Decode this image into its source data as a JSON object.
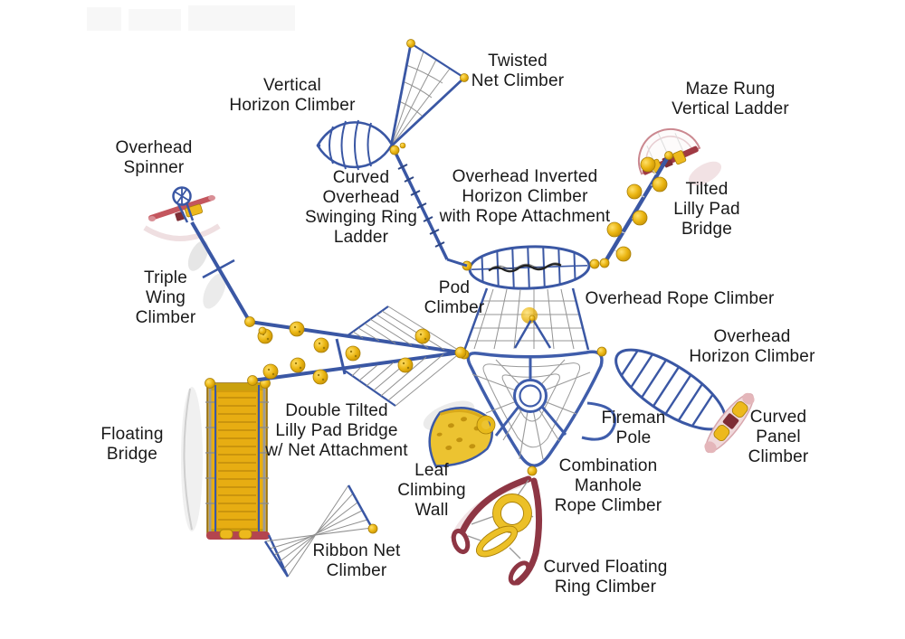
{
  "diagram": {
    "type": "playground-structure-plan-view",
    "background": "#ffffff",
    "colors": {
      "tube_blue": "#3a57a4",
      "net_gray": "#949494",
      "pad_yellow": "#eab80f",
      "deck_yellow": "#e7ad12",
      "maroon": "#8e3644",
      "base_red": "#c4565e",
      "pink": "#e4b6ba",
      "rope_black": "#222222",
      "label_text": "#191919"
    },
    "labels": [
      {
        "id": "twisted-net-climber",
        "text": "Twisted\nNet Climber"
      },
      {
        "id": "vertical-horizon-climber",
        "text": "Vertical\nHorizon Climber"
      },
      {
        "id": "maze-rung-vertical-ladder",
        "text": "Maze Rung\nVertical Ladder"
      },
      {
        "id": "overhead-spinner",
        "text": "Overhead\nSpinner"
      },
      {
        "id": "curved-overhead-swinging-ring-ladder",
        "text": "Curved\nOverhead\nSwinging Ring\nLadder"
      },
      {
        "id": "overhead-inverted-horizon-climber",
        "text": "Overhead Inverted\nHorizon Climber\nwith Rope Attachment"
      },
      {
        "id": "tilted-lilly-pad-bridge",
        "text": "Tilted\nLilly Pad\nBridge"
      },
      {
        "id": "triple-wing-climber",
        "text": "Triple\nWing\nClimber"
      },
      {
        "id": "pod-climber",
        "text": "Pod\nClimber"
      },
      {
        "id": "overhead-rope-climber",
        "text": "Overhead Rope Climber"
      },
      {
        "id": "overhead-horizon-climber",
        "text": "Overhead\nHorizon Climber"
      },
      {
        "id": "double-tilted-lilly-pad-bridge",
        "text": "Double Tilted\nLilly Pad Bridge\nw/ Net Attachment"
      },
      {
        "id": "fireman-pole",
        "text": "Fireman\nPole"
      },
      {
        "id": "curved-panel-climber",
        "text": "Curved\nPanel\nClimber"
      },
      {
        "id": "floating-bridge",
        "text": "Floating\nBridge"
      },
      {
        "id": "leaf-climbing-wall",
        "text": "Leaf\nClimbing\nWall"
      },
      {
        "id": "combination-manhole-rope-climber",
        "text": "Combination\nManhole\nRope Climber"
      },
      {
        "id": "ribbon-net-climber",
        "text": "Ribbon Net\nClimber"
      },
      {
        "id": "curved-floating-ring-climber",
        "text": "Curved Floating\nRing Climber"
      }
    ]
  }
}
